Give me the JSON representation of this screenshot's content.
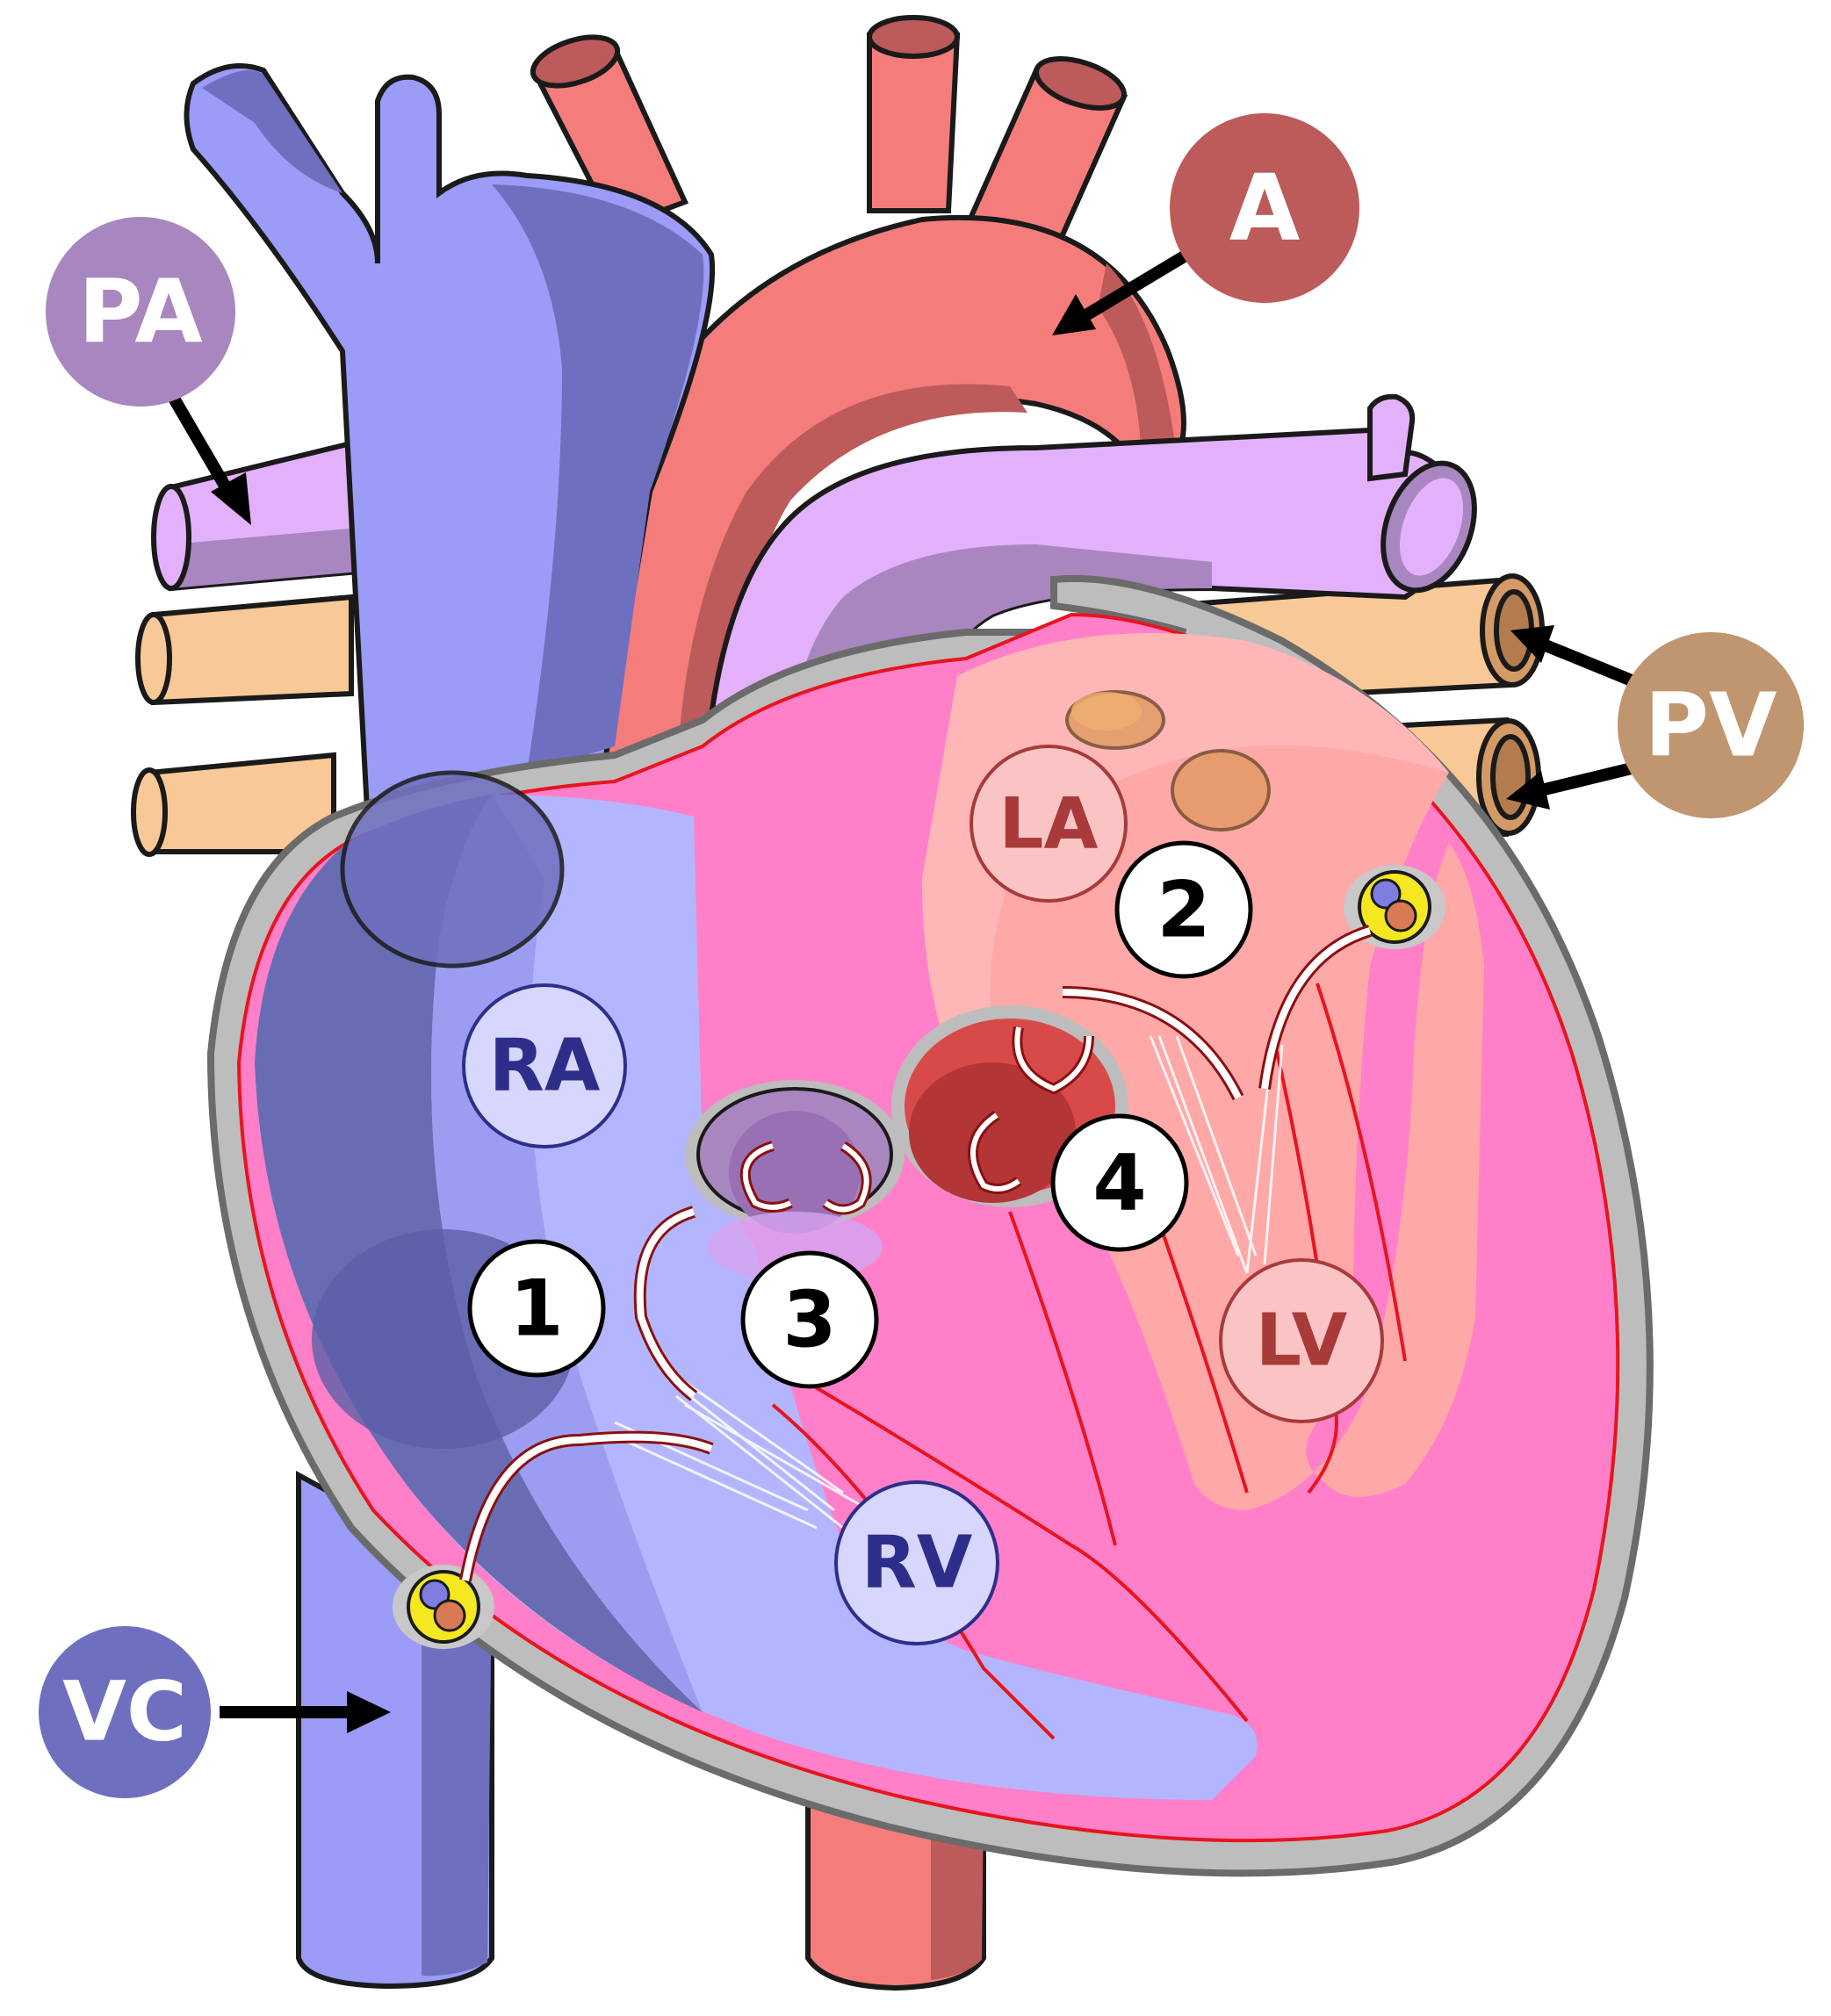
{
  "labels": {
    "PA": "PA",
    "A": "A",
    "PV": "PV",
    "VC": "VC",
    "RA": "RA",
    "RV": "RV",
    "LA": "LA",
    "LV": "LV",
    "n1": "1",
    "n2": "2",
    "n3": "3",
    "n4": "4"
  },
  "colors": {
    "venous_blue": "#9a9cf8",
    "venous_dark": "#6f6fbf",
    "arterial_red": "#f47d7c",
    "arterial_dark": "#bd5a5a",
    "pulmonary_artery": "#e3b1fb",
    "pulmonary_artery_dark": "#a886c0",
    "pulmonary_vein": "#f8c896",
    "pulmonary_vein_dark": "#b27c4e",
    "myocardium": "#ff80c8",
    "pericardium": "#bdbdbd",
    "ra_badge": "#d6d6ff",
    "ra_text": "#2e2e8a",
    "la_badge": "#fbc4c4",
    "la_text": "#a83a3a",
    "pa_badge": "#a886c0",
    "a_badge": "#bd5a5a",
    "pv_badge": "#bf9670",
    "vc_badge": "#6f6fbf"
  }
}
